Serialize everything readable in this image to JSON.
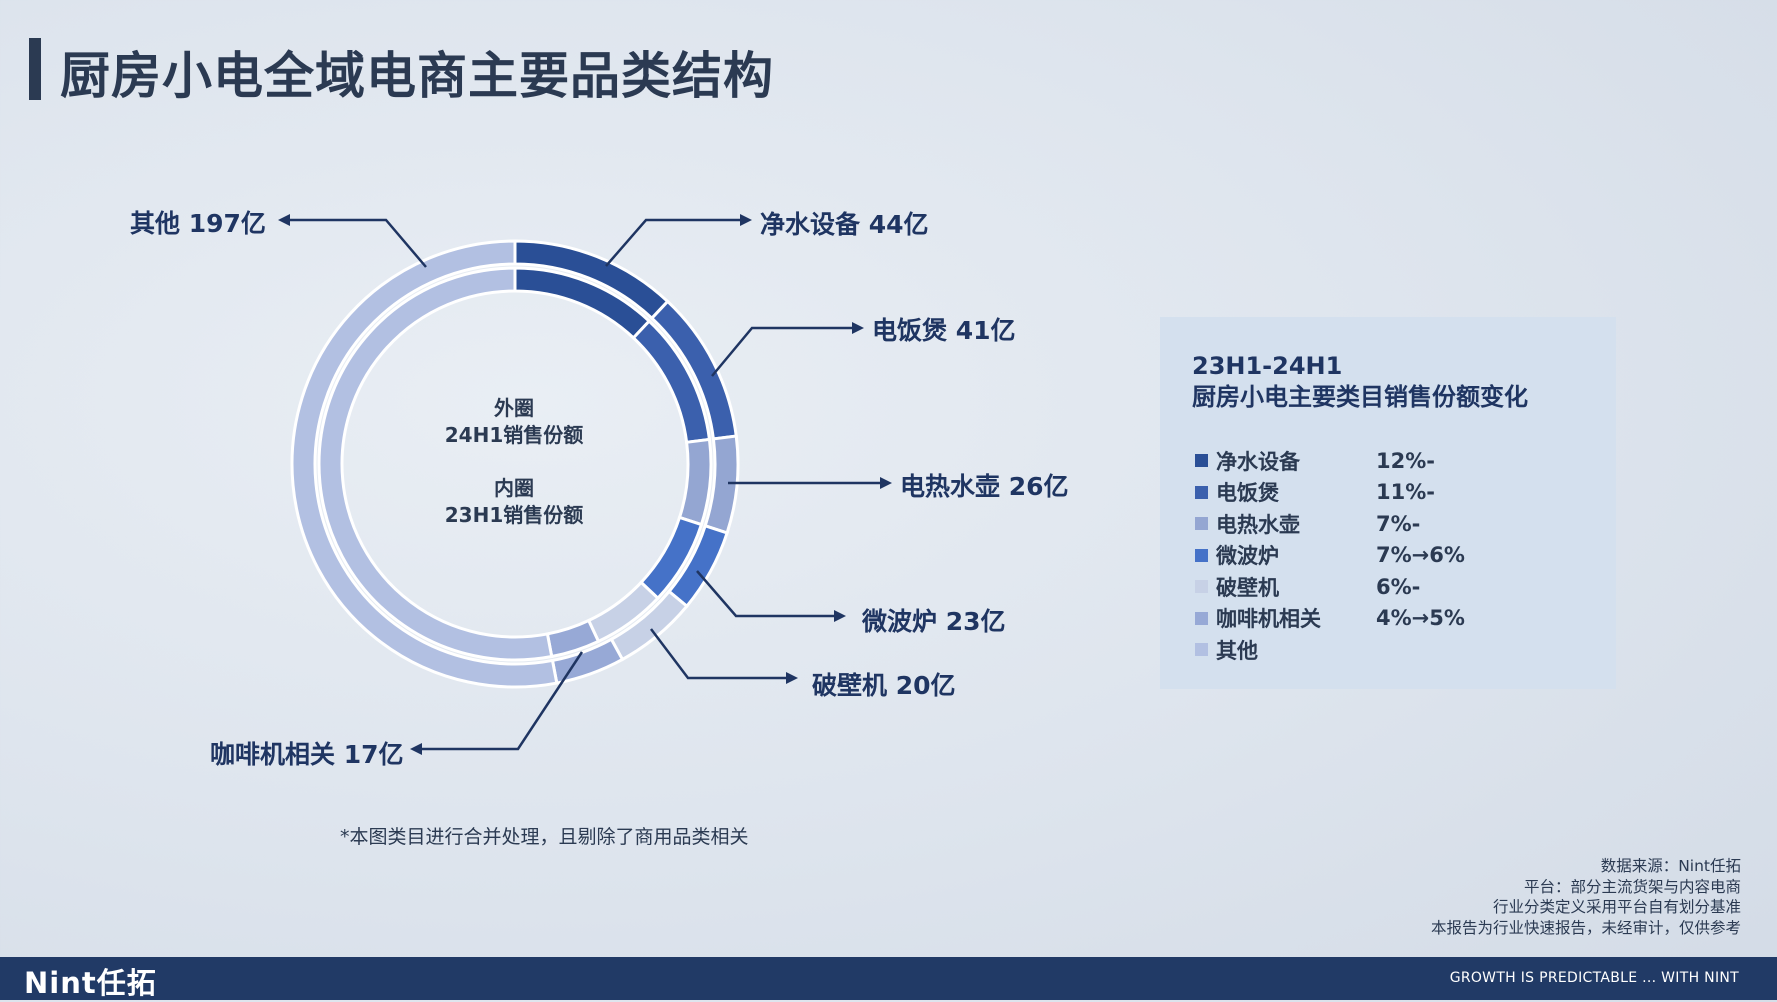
{
  "title": "厨房小电全域电商主要品类结构",
  "center": {
    "outer_label": "外圈",
    "outer_period": "24H1销售份额",
    "inner_label": "内圈",
    "inner_period": "23H1销售份额"
  },
  "footnote": "*本图类目进行合并处理，且剔除了商用品类相关",
  "panel": {
    "title_line1": "23H1-24H1",
    "title_line2": "厨房小电主要类目销售份额变化"
  },
  "legend": [
    {
      "name": "净水设备",
      "change": "12%-",
      "color": "#2a4f96"
    },
    {
      "name": "电饭煲",
      "change": "11%-",
      "color": "#3b60ad"
    },
    {
      "name": "电热水壶",
      "change": "7%-",
      "color": "#94a6d2"
    },
    {
      "name": "微波炉",
      "change": "7%→6%",
      "color": "#4572c8"
    },
    {
      "name": "破壁机",
      "change": "6%-",
      "color": "#c7d1e6"
    },
    {
      "name": "咖啡机相关",
      "change": "4%→5%",
      "color": "#97a9d6"
    },
    {
      "name": "其他",
      "change": "",
      "color": "#b2c0e2"
    }
  ],
  "chart_data": {
    "type": "pie",
    "variant": "double-donut",
    "categories": [
      "净水设备",
      "电饭煲",
      "电热水壶",
      "微波炉",
      "破壁机",
      "咖啡机相关",
      "其他"
    ],
    "series": [
      {
        "name": "24H1销售份额",
        "ring": "outer",
        "values": [
          12,
          11,
          7,
          6,
          6,
          5,
          53
        ]
      },
      {
        "name": "23H1销售份额",
        "ring": "inner",
        "values": [
          12,
          11,
          7,
          7,
          6,
          4,
          53
        ]
      }
    ],
    "colors": [
      "#2a4f96",
      "#3b60ad",
      "#94a6d2",
      "#4572c8",
      "#c7d1e6",
      "#97a9d6",
      "#b2c0e2"
    ],
    "labels": [
      {
        "text": "净水设备 44亿"
      },
      {
        "text": "电饭煲 41亿"
      },
      {
        "text": "电热水壶 26亿"
      },
      {
        "text": "微波炉 23亿"
      },
      {
        "text": "破壁机 20亿"
      },
      {
        "text": "咖啡机相关 17亿"
      },
      {
        "text": "其他 197亿"
      }
    ]
  },
  "source": {
    "line1": "数据来源：Nint任拓",
    "line2": "平台：部分主流货架与内容电商",
    "line3": "行业分类定义采用平台自有划分基准",
    "line4": "本报告为行业快速报告，未经审计，仅供参考"
  },
  "footer": {
    "logo": "Nint任拓",
    "slogan": "GROWTH IS PREDICTABLE ... WITH NINT"
  }
}
